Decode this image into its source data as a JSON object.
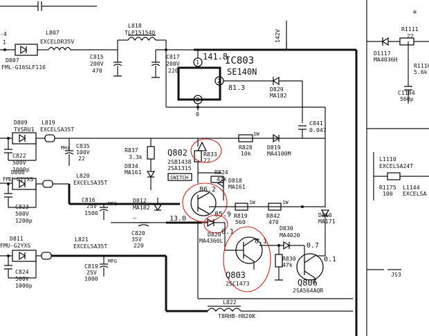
{
  "nodes": {
    "c4": "-4",
    "c1": "1",
    "v142": "142V",
    "r1111": "R1111",
    "r1111_val": "22",
    "r1110": "R1110",
    "r1110_val": "5.6k",
    "d1117": "D1117",
    "d1117_part": "MA4036H",
    "c1104": "C1104",
    "c1104_val": "560p"
  },
  "top": {
    "l807": "L807",
    "l807_part": "EXCELDR35V",
    "d807": "D807",
    "d807_part": "FML-G16SLF116",
    "l818": "L818",
    "l818_part": "TLP15154Q",
    "c815": "C815",
    "c815_v": "200V",
    "c815_val": "470",
    "c817": "C817",
    "c817_v": "200V",
    "c817_val": "220"
  },
  "ic": {
    "name": "IC803",
    "part": "SE140N",
    "pin1": "1",
    "pin2": "2",
    "pin3": "3",
    "v1": "141.8",
    "v2": "81.3",
    "v3": "0",
    "d829": "D829",
    "d829_part": "MA182",
    "c841": "C841",
    "c841_val": "0.047"
  },
  "mid": {
    "d809": "D809",
    "d809_part": "TVSRU1",
    "l819": "L819",
    "l819_part": "EXCELSA35T",
    "c822": "C822",
    "c822_v": "500V",
    "c822_val": "1000p",
    "c835": "C835",
    "c835_v": "100V",
    "c835_val": "22",
    "mhz": "MHz",
    "r837": "R837",
    "r837_val": "3.3k",
    "d834": "D834",
    "d834_part": "MA161",
    "q802": "Q802",
    "q802_p1": "2SB1438",
    "q802_p2": "2SA1315",
    "switch": "SWITCH",
    "r833": "R833",
    "r833_val": "22",
    "r828": "R828",
    "r828_val": "10k",
    "w1a": "1W",
    "d819": "D819",
    "d819_part": "MA4100M",
    "r824": "R824",
    "r824_val": "47k",
    "d818": "D818",
    "d818_part": "MA161"
  },
  "low": {
    "d808": "D808",
    "d808_part": "FMU-G2YXS",
    "l820": "L820",
    "l820_part": "EXCELSA35T",
    "c823": "C823",
    "c823_v": "500V",
    "c823_val": "1200p",
    "c816": "C816",
    "c816_v": "25V",
    "c816_val": "1500",
    "mfg": "MFG",
    "d812": "D812",
    "d812_part": "MA182",
    "c820": "C820",
    "c820_v": "35V",
    "c820_val": "220",
    "v86": "86.2",
    "v85": "85.9",
    "v13": "13.0",
    "r819": "R819",
    "r819_val": "560",
    "w1b": "1W",
    "r842": "R842",
    "r842_val": "470",
    "w1c": "1W",
    "d810": "D810",
    "d810_part": "MA171",
    "d820": "D820",
    "d820_part": "MA4360L",
    "d830": "D830",
    "d830_part": "MA4020",
    "v01a": "0.1",
    "v07": "0.7",
    "v01b": "0.1",
    "r830": "R830",
    "r830_val": "47k",
    "q803": "Q803",
    "q803_part": "2SC1473",
    "q806": "Q806",
    "q806_part": "2SA564AQR",
    "l1110": "L1110",
    "l1110_part": "EXCELSA24T",
    "r1175": "R1175",
    "r1175_val": "100",
    "l1144": "L1144",
    "l1144_part": "EXCELSA",
    "js3": "JS3"
  },
  "bottom": {
    "d811": "D811",
    "d811_part": "FMU-G2YXS",
    "l821": "L821",
    "l821_part": "EXCELSA35T",
    "c824": "C824",
    "c824_v": "500V",
    "c824_val": "1000p",
    "c819": "C819",
    "c819_v": "25V",
    "c819_val": "1000",
    "mfg": "MFG",
    "l822": "L822",
    "l822_part": "T8RHB-H820K"
  },
  "colors": {
    "ink": "#111111",
    "highlight": "#c8201e",
    "paper": "#ffffff"
  }
}
